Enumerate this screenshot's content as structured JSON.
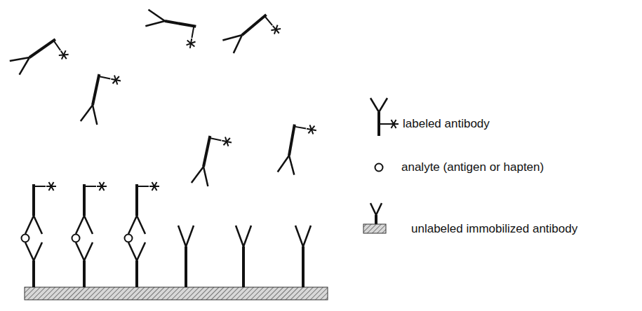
{
  "diagram": {
    "legend": [
      {
        "text": "labeled antibody"
      },
      {
        "text": "analyte (antigen or hapten)"
      },
      {
        "text": "unlabeled immobilized antibody"
      }
    ]
  }
}
